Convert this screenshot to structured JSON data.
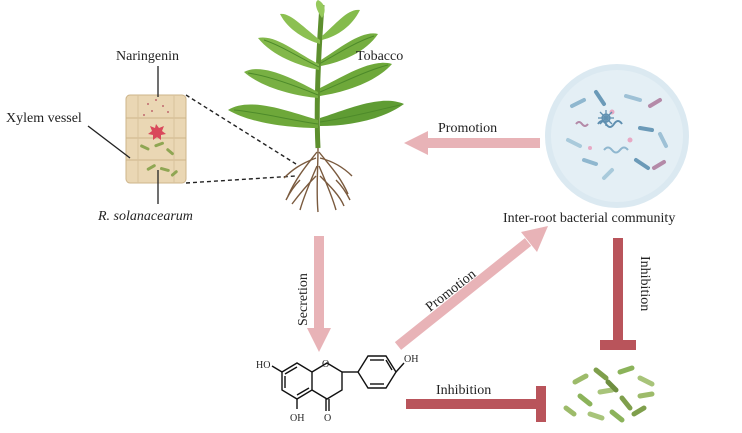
{
  "labels": {
    "naringenin": "Naringenin",
    "xylem_vessel": "Xylem vessel",
    "tobacco": "Tobacco",
    "pathogen": "R. solanacearum",
    "bacterial_community": "Inter-root bacterial community",
    "promotion_top": "Promotion",
    "secretion": "Secretion",
    "promotion_diag": "Promotion",
    "inhibition_right": "Inhibition",
    "inhibition_bottom": "Inhibition",
    "ho_top_left": "HO",
    "oh_top_right": "OH",
    "oh_bottom": "OH",
    "o_ring": "O",
    "o_carbonyl": "O"
  },
  "colors": {
    "arrow_pink": "#e8b3b7",
    "inhibit_red": "#b9545b",
    "leaf_green": "#6ea83a",
    "leaf_dark": "#4d8a2a",
    "root_brown": "#7a5a3e",
    "cell_tan": "#ead7b4",
    "petri_blue": "#dbe9f1",
    "bacteria_green": "#8bb35a"
  }
}
